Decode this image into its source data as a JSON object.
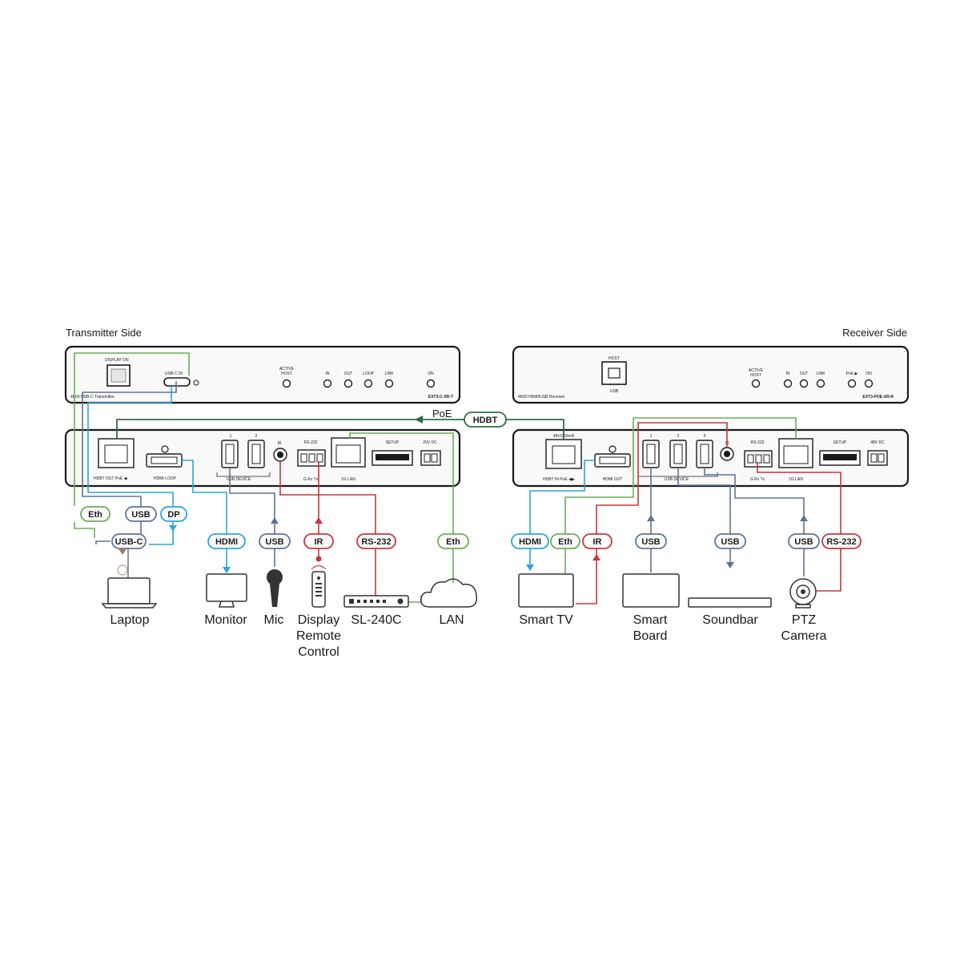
{
  "sides": {
    "transmitter": "Transmitter Side",
    "receiver": "Receiver Side"
  },
  "tx_front": {
    "display_on": "DISPLAY ON",
    "usbc_in": "USB-C IN",
    "model_desc": "4K60 USB-C Transmitter",
    "active_host": [
      "ACTIVE",
      "HOST"
    ],
    "leds": [
      "IN",
      "OUT",
      "LOOP",
      "LINK"
    ],
    "on": "ON",
    "model": "EXT3-C-XR-T"
  },
  "rx_front": {
    "host": "HOST",
    "usb": "USB",
    "model_desc": "4K60 HDMI/USB Receiver",
    "active_host": [
      "ACTIVE",
      "HOST"
    ],
    "leds": [
      "IN",
      "OUT",
      "LINK"
    ],
    "poe": "PoE ▶",
    "on": "ON",
    "model": "EXT3-POE-XR-R"
  },
  "tx_rear": {
    "hdbt_out": "HDBT OUT PoE ◀",
    "hdmi_loop": "HDMI LOOP",
    "usb_nums": [
      "1",
      "2"
    ],
    "usb_device": "USB DEVICE",
    "ir": "IR",
    "rs232": "RS-232",
    "rs232_pins": "G  Rx  Tx",
    "lan": "1G LAN",
    "setup": "SETUP",
    "power": "20V DC"
  },
  "rx_rear": {
    "rating": "48V/360mA",
    "hdbt_in": "HDBT IN PoE ◀▶",
    "hdmi_out": "HDMI OUT",
    "usb_nums": [
      "1",
      "2",
      "3"
    ],
    "usb_device": "USB DEVICE",
    "ir": "IR",
    "rs232": "RS-232",
    "rs232_pins": "G  Rx  Tx",
    "lan": "1G LAN",
    "setup": "SETUP",
    "power": "48V DC"
  },
  "link": {
    "poe": "PoE",
    "hdbt": "HDBT"
  },
  "pills": {
    "tx_eth": "Eth",
    "tx_usb": "USB",
    "tx_dp": "DP",
    "tx_usbc": "USB-C",
    "hdmi": "HDMI",
    "mic_usb": "USB",
    "ir": "IR",
    "rs232": "RS-232",
    "lan_eth": "Eth",
    "rx_hdmi": "HDMI",
    "rx_eth": "Eth",
    "rx_ir": "IR",
    "board_usb": "USB",
    "sound_usb": "USB",
    "cam_usb": "USB",
    "cam_rs232": "RS-232"
  },
  "devices": {
    "laptop": "Laptop",
    "monitor": "Monitor",
    "mic": "Mic",
    "remote": [
      "Display",
      "Remote",
      "Control"
    ],
    "sl240c": "SL-240C",
    "lan": "LAN",
    "smart_tv": "Smart TV",
    "smart_board": [
      "Smart",
      "Board"
    ],
    "soundbar": "Soundbar",
    "ptz": [
      "PTZ",
      "Camera"
    ]
  },
  "colors": {
    "green": "#6cad58",
    "blue": "#5d7497",
    "cyan": "#2ba6d9",
    "red": "#c8363a",
    "hdbt": "#2e6e40"
  }
}
